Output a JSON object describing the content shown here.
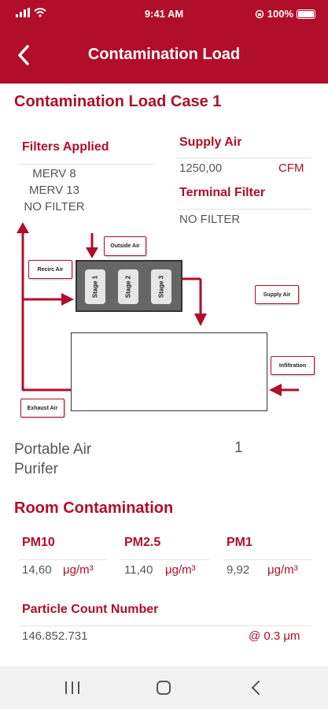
{
  "status": {
    "time": "9:41 AM",
    "battery": "100%"
  },
  "header": {
    "title": "Contamination Load"
  },
  "case": {
    "title": "Contamination Load Case 1"
  },
  "filters": {
    "label": "Filters Applied",
    "items": [
      "MERV 8",
      "MERV 13",
      "NO FILTER"
    ]
  },
  "supply": {
    "label": "Supply Air",
    "value": "1250,00",
    "unit": "CFM"
  },
  "terminal": {
    "label": "Terminal Filter",
    "value": "NO FILTER"
  },
  "diagram": {
    "outside_air": "Outside Air",
    "recirc_air": "Recirc Air",
    "supply_air": "Supply Air",
    "infiltration": "Infiltration",
    "exhaust_air": "Exhaust Air",
    "stages": [
      "Stage 1",
      "Stage 2",
      "Stage 3"
    ]
  },
  "purifier": {
    "label": "Portable Air Purifer",
    "value": "1"
  },
  "room": {
    "title": "Room Contamination",
    "pm": [
      {
        "label": "PM10",
        "value": "14,60",
        "unit": "μg/m³"
      },
      {
        "label": "PM2.5",
        "value": "11,40",
        "unit": "μg/m³"
      },
      {
        "label": "PM1",
        "value": "9,92",
        "unit": "μg/m³"
      }
    ],
    "particle": {
      "label": "Particle Count Number",
      "value": "146.852.731",
      "unit": "@ 0.3 μm"
    }
  },
  "colors": {
    "brand": "#b00e2a"
  },
  "icons": [
    "signal-icon",
    "wifi-icon",
    "battery-icon",
    "back-icon",
    "recent-apps-icon",
    "home-icon",
    "nav-back-icon"
  ]
}
